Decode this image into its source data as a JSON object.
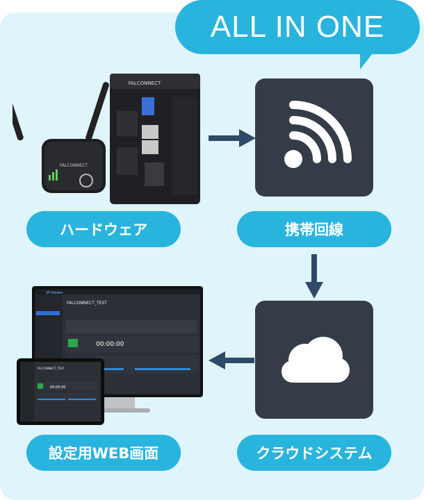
{
  "headline": "ALL IN ONE",
  "nodes": {
    "hardware": {
      "label": "ハードウェア"
    },
    "carrier": {
      "label": "携帯回線"
    },
    "cloud": {
      "label": "クラウドシステム"
    },
    "web": {
      "label": "設定用WEB画面"
    }
  },
  "device": {
    "brand": "FALCONNECT"
  },
  "screen": {
    "app_title": "SP-Viewer",
    "page_title": "FALCONNECT_TEST",
    "timer": "00:00:00",
    "tablet_timer": "00:00:00"
  },
  "colors": {
    "accent": "#29b4dd",
    "background": "#dff5fb",
    "tile": "#353c48",
    "arrow": "#2e4a66"
  }
}
